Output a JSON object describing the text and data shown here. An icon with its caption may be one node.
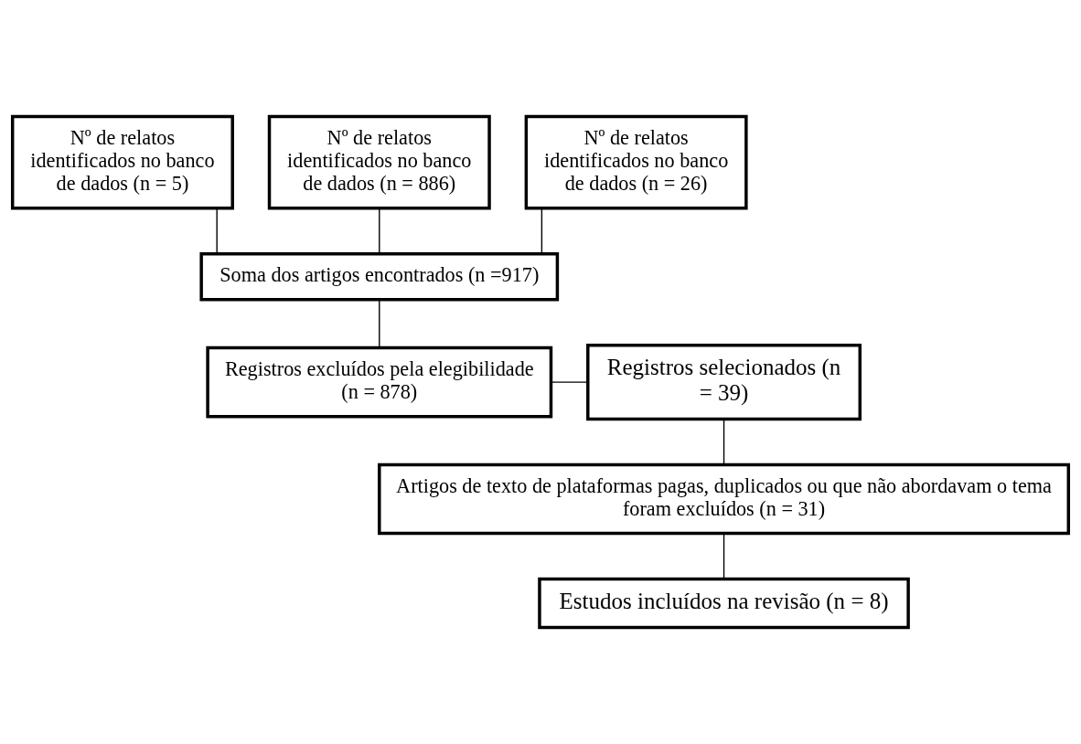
{
  "diagram": {
    "nodes": [
      {
        "text": [
          "Nº de relatos identificados no banco de dados (n = 5)"
        ]
      },
      {
        "text": [
          "Nº de relatos identificados no banco de dados (n = 886)"
        ]
      },
      {
        "text": [
          "Nº de relatos identificados no banco de dados (n = 26)"
        ]
      },
      {
        "text": [
          "Soma dos artigos encontrados (n =917)"
        ]
      },
      {
        "text": [
          "Registros excluídos pela elegibilidade (n = 878)"
        ]
      },
      {
        "text": [
          "Registros selecionados (n = 39)"
        ]
      },
      {
        "text": [
          "Artigos de texto de plataformas pagas, duplicados ou que não abordavam o tema foram excluídos (n = 31)"
        ]
      },
      {
        "text": [
          "Estudos incluídos na revisão (n = 8)"
        ]
      }
    ],
    "edges": [
      {
        "from": 0,
        "to": 3,
        "arrow": "none"
      },
      {
        "from": 1,
        "to": 3,
        "arrow": "none"
      },
      {
        "from": 2,
        "to": 3,
        "arrow": "none"
      },
      {
        "from": 3,
        "to": 4,
        "arrow": "none"
      },
      {
        "from": 4,
        "to": 5,
        "arrow": "none"
      },
      {
        "from": 5,
        "to": 6,
        "arrow": "none"
      },
      {
        "from": 6,
        "to": 7,
        "arrow": "none"
      }
    ]
  }
}
